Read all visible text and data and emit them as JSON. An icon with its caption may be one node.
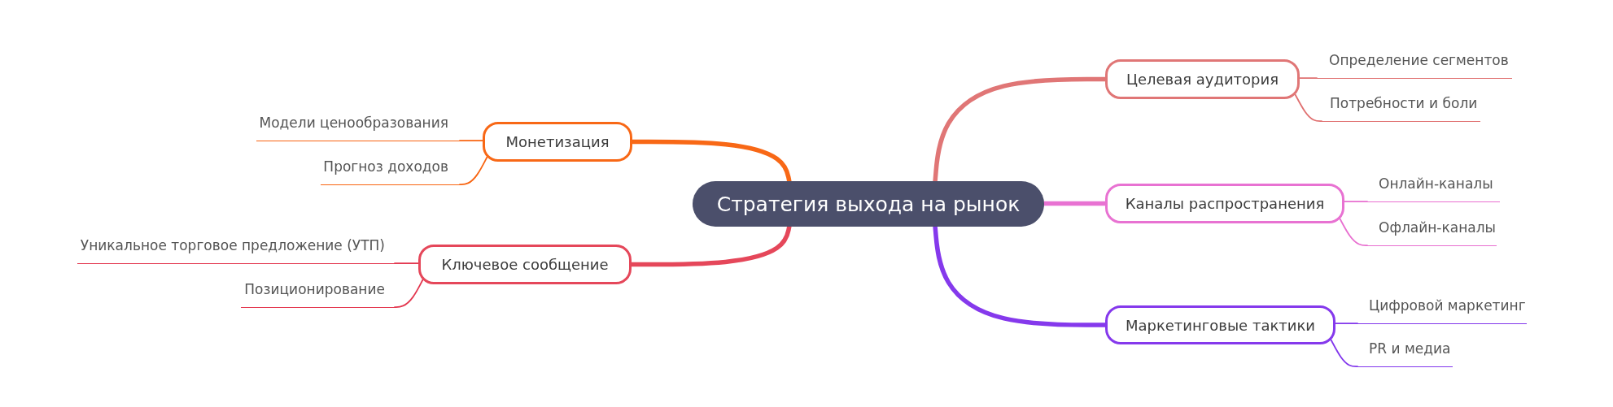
{
  "diagram": {
    "nodes": [
      {
        "text": [
          "Стратегия выхода на рынок"
        ]
      },
      {
        "text": [
          "Целевая аудитория"
        ]
      },
      {
        "text": [
          "Определение сегментов"
        ]
      },
      {
        "text": [
          "Потребности и боли"
        ]
      },
      {
        "text": [
          "Каналы распространения"
        ]
      },
      {
        "text": [
          "Онлайн-каналы"
        ]
      },
      {
        "text": [
          "Офлайн-каналы"
        ]
      },
      {
        "text": [
          "Маркетинговые тактики"
        ]
      },
      {
        "text": [
          "Цифровой маркетинг"
        ]
      },
      {
        "text": [
          "PR и медиа"
        ]
      },
      {
        "text": [
          "Монетизация"
        ]
      },
      {
        "text": [
          "Модели ценообразования"
        ]
      },
      {
        "text": [
          "Прогноз доходов"
        ]
      },
      {
        "text": [
          "Ключевое сообщение"
        ]
      },
      {
        "text": [
          "Уникальное торговое предложение (УТП)"
        ]
      },
      {
        "text": [
          "Позиционирование"
        ]
      }
    ],
    "edges": [
      {
        "from": 0,
        "to": 1,
        "arrow": "none",
        "style": "thick",
        "color": "#e07676"
      },
      {
        "from": 0,
        "to": 4,
        "arrow": "none",
        "style": "thick",
        "color": "#e872d2"
      },
      {
        "from": 0,
        "to": 7,
        "arrow": "none",
        "style": "thick",
        "color": "#8539ec"
      },
      {
        "from": 0,
        "to": 10,
        "arrow": "none",
        "style": "thick",
        "color": "#f86816"
      },
      {
        "from": 0,
        "to": 13,
        "arrow": "none",
        "style": "thick",
        "color": "#e5475a"
      },
      {
        "from": 1,
        "to": 2,
        "arrow": "none",
        "color": "#e07070"
      },
      {
        "from": 1,
        "to": 3,
        "arrow": "none",
        "color": "#e07070"
      },
      {
        "from": 4,
        "to": 5,
        "arrow": "none",
        "color": "#e86fd0"
      },
      {
        "from": 4,
        "to": 6,
        "arrow": "none",
        "color": "#e86fd0"
      },
      {
        "from": 7,
        "to": 8,
        "arrow": "none",
        "color": "#8237ec"
      },
      {
        "from": 7,
        "to": 9,
        "arrow": "none",
        "color": "#8237ec"
      },
      {
        "from": 10,
        "to": 11,
        "arrow": "none",
        "color": "#f86410"
      },
      {
        "from": 10,
        "to": 12,
        "arrow": "none",
        "color": "#f86410"
      },
      {
        "from": 13,
        "to": 14,
        "arrow": "none",
        "color": "#e3374f"
      },
      {
        "from": 13,
        "to": 15,
        "arrow": "none",
        "color": "#e3374f"
      }
    ]
  }
}
